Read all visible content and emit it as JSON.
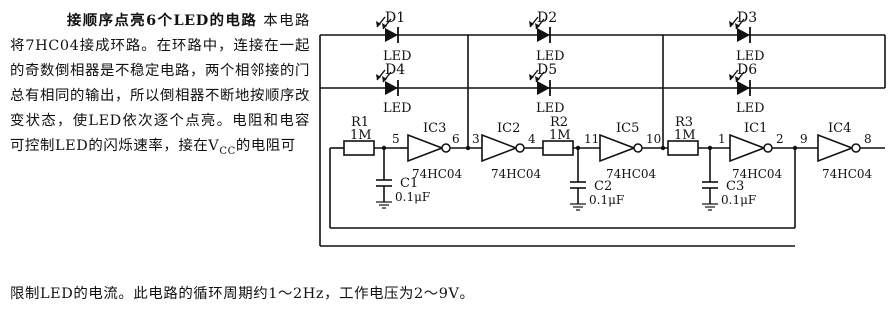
{
  "text": {
    "title": "接顺序点亮6个LED的电路",
    "body_lines": [
      "本电路将7HC04接成环",
      "路。在环路中，连接在一起的",
      "奇数倒相器是不稳定电路，两",
      "个相邻接的门总有相同的输",
      "出，所以倒相器不断地按顺序",
      "改变状态，使LED依次逐个点",
      "亮。电阻和电容可控制LED的",
      "闪烁速率，接在V"
    ],
    "vcc_sub": "CC",
    "line8_tail": "的电阻可",
    "tail_line": "限制LED的电流。此电路的循环周期约1～2Hz，工作电压为2～9V。"
  },
  "diagram": {
    "leds": [
      {
        "id": "D1",
        "label": "LED"
      },
      {
        "id": "D2",
        "label": "LED"
      },
      {
        "id": "D3",
        "label": "LED"
      },
      {
        "id": "D4",
        "label": "LED"
      },
      {
        "id": "D5",
        "label": "LED"
      },
      {
        "id": "D6",
        "label": "LED"
      }
    ],
    "resistors": [
      {
        "id": "R1",
        "value": "1M"
      },
      {
        "id": "R2",
        "value": "1M"
      },
      {
        "id": "R3",
        "value": "1M"
      }
    ],
    "capacitors": [
      {
        "id": "C1",
        "value": "0.1μF"
      },
      {
        "id": "C2",
        "value": "0.1μF"
      },
      {
        "id": "C3",
        "value": "0.1μF"
      }
    ],
    "gates": [
      {
        "id": "IC3",
        "part": "74HC04",
        "in_pin": "5",
        "out_pin": "6"
      },
      {
        "id": "IC2",
        "part": "74HC04",
        "in_pin": "3",
        "out_pin": "4"
      },
      {
        "id": "IC5",
        "part": "74HC04",
        "in_pin": "11",
        "out_pin": "10"
      },
      {
        "id": "IC1",
        "part": "74HC04",
        "in_pin": "1",
        "out_pin": "2"
      },
      {
        "id": "IC4",
        "part": "74HC04",
        "in_pin": "9",
        "out_pin": "8"
      }
    ]
  }
}
